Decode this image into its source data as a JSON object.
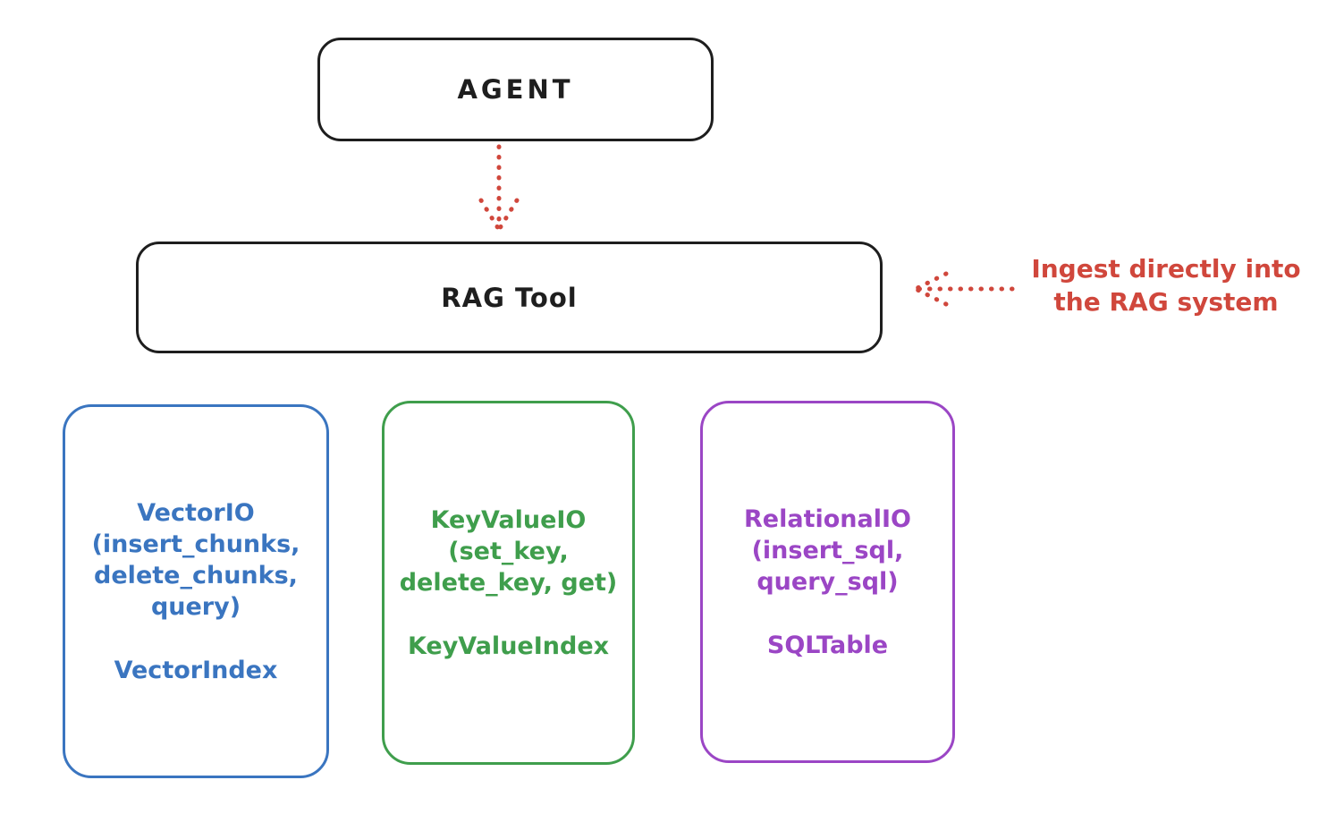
{
  "diagram": {
    "background": "#ffffff",
    "colors": {
      "black": "#1e1e1e",
      "red": "#d0473c",
      "blue": "#3a75c0",
      "green": "#3f9e4c",
      "purple": "#9b46c5"
    }
  },
  "nodes": {
    "agent": {
      "label": "AGENT"
    },
    "rag_tool": {
      "label": "RAG Tool"
    },
    "vector": {
      "lines": [
        "VectorIO",
        "(insert_chunks,",
        "delete_chunks,",
        "query)"
      ],
      "index": "VectorIndex"
    },
    "keyvalue": {
      "lines": [
        "KeyValueIO",
        "(set_key,",
        "delete_key, get)"
      ],
      "index": "KeyValueIndex"
    },
    "relational": {
      "lines": [
        "RelationalIO",
        "(insert_sql,",
        "query_sql)"
      ],
      "index": "SQLTable"
    }
  },
  "annotation": {
    "line1": "Ingest directly into",
    "line2": "the RAG system"
  }
}
